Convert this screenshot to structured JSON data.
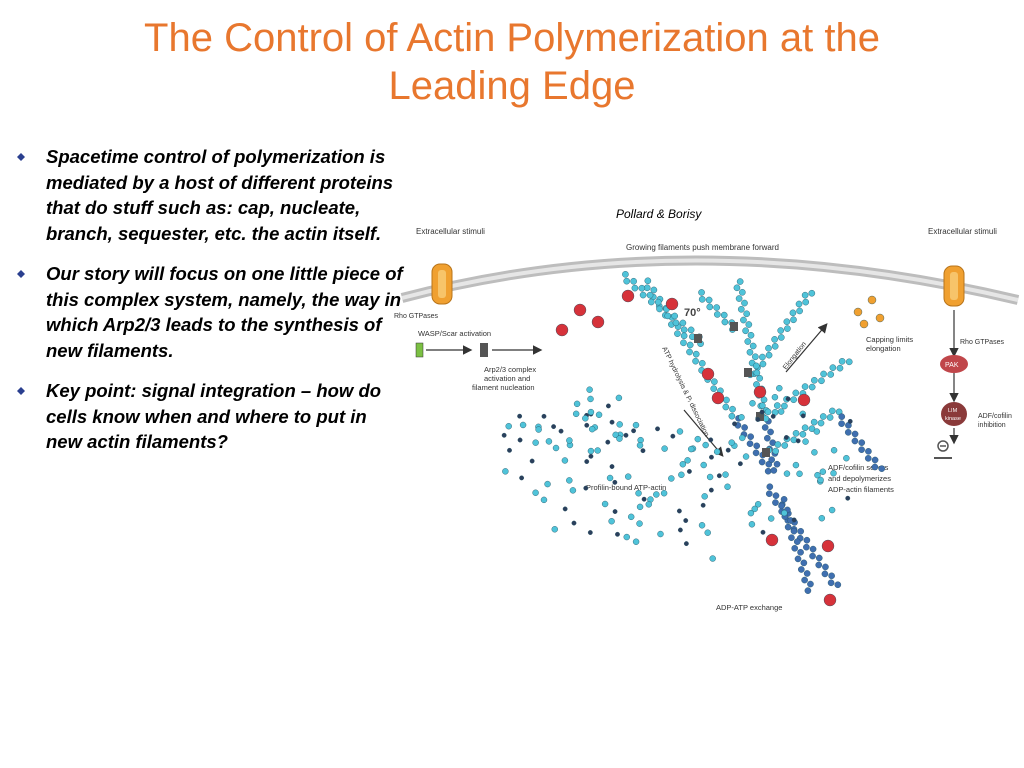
{
  "slide": {
    "title_line1": "The Control of Actin Polymerization at the",
    "title_line2": "Leading Edge"
  },
  "bullets": [
    {
      "text": "Spacetime control of polymerization is mediated by a host of different proteins that do stuff such as: cap, nucleate, branch, sequester, etc. the actin itself."
    },
    {
      "text": "Our story will focus on one little piece of this complex system, namely, the way in which Arp2/3 leads to the  synthesis of new filaments."
    },
    {
      "text": "Key point: signal integration – how do cells know when and where to put in new actin filaments?"
    }
  ],
  "diagram": {
    "credit": "Pollard & Borisy",
    "labels": {
      "extracellular_left": "Extracellular stimuli",
      "extracellular_right": "Extracellular stimuli",
      "growing": "Growing filaments push membrane forward",
      "rho_left": "Rho GTPases",
      "wasp": "WASP/Scar activation",
      "arp_line1": "Arp2/3 complex",
      "arp_line2": "activation and",
      "arp_line3": "filament nucleation",
      "angle": "70°",
      "atp_hydrolysis": "ATP hydrolysis & Pᵢ dissociation",
      "elongation": "Elongation",
      "capping_line1": "Capping limits",
      "capping_line2": "elongation",
      "rho_right": "Rho GTPases",
      "pak": "PAK",
      "lim_line1": "LIM",
      "lim_line2": "kinase",
      "adf_inhib_line1": "ADF/cofilin",
      "adf_inhib_line2": "inhibition",
      "adf_sever_line1": "ADF/cofilin severs",
      "adf_sever_line2": "and depolymerizes",
      "adf_sever_line3": "ADP-actin filaments",
      "profilin": "Profilin-bound ATP-actin",
      "exchange": "ADP-ATP exchange"
    },
    "colors": {
      "atp_actin": "#4fc3d9",
      "adp_actin": "#3f6fb0",
      "arp23": "#555555",
      "capping": "#d6323a",
      "receptor": "#f0a030",
      "pak": "#c0464a",
      "lim_kinase": "#8a3a3a"
    }
  }
}
